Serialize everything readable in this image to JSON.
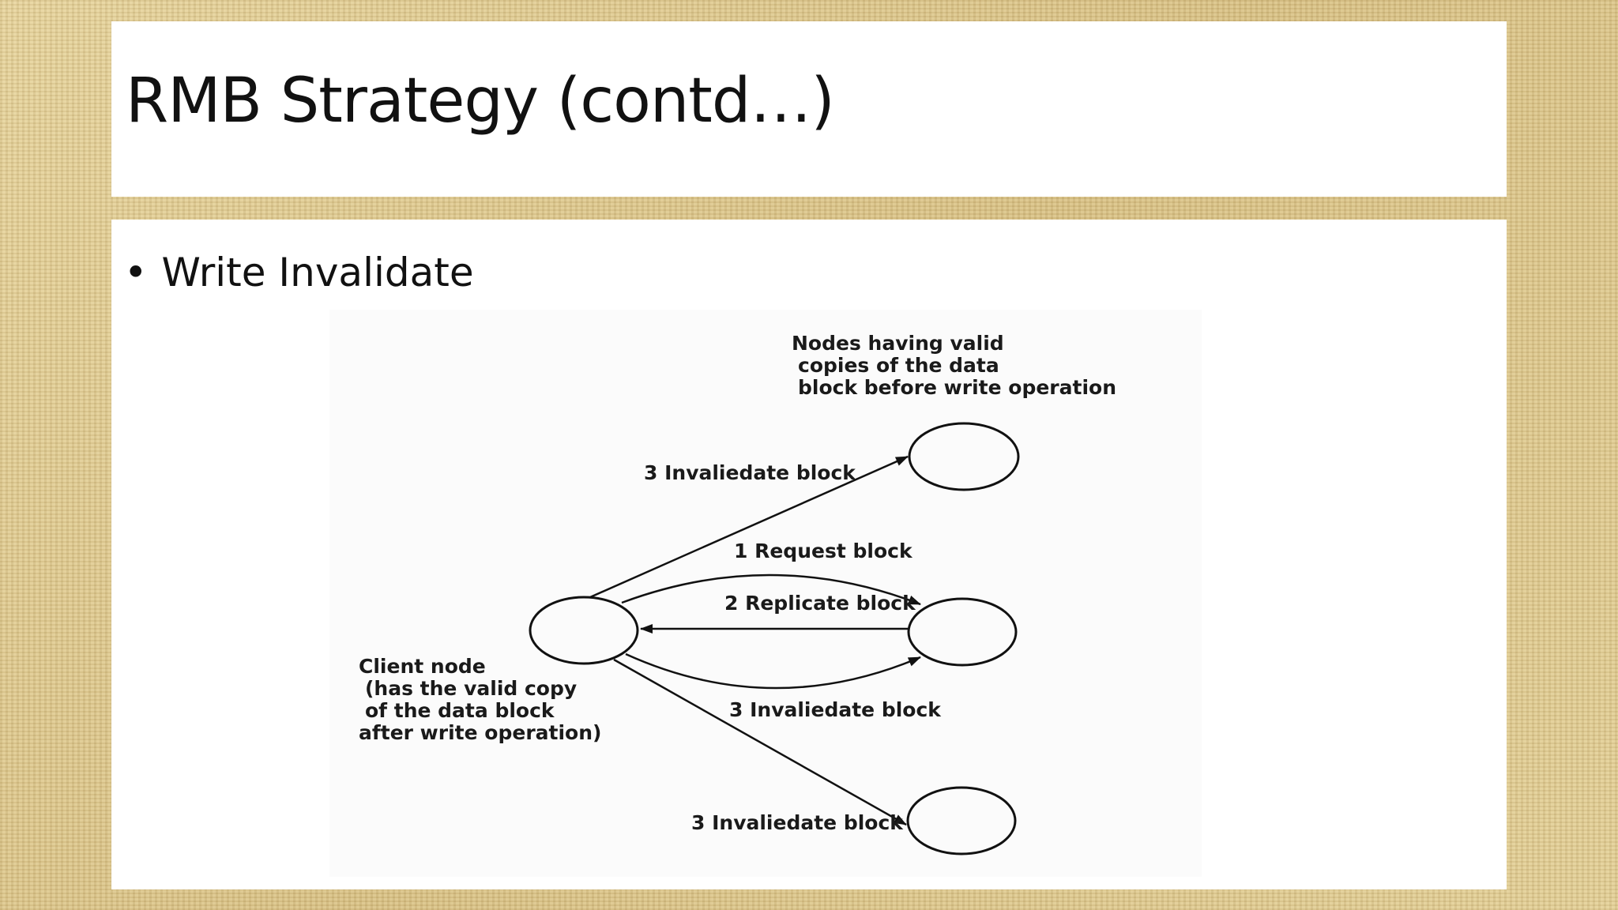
{
  "slide": {
    "title": "RMB Strategy (contd…)",
    "bullet": "Write Invalidate"
  },
  "diagram": {
    "top_label": {
      "line1": "Nodes having valid",
      "line2": "copies of the data",
      "line3": "block before write operation"
    },
    "client_label": {
      "line1": "Client node",
      "line2": "(has the valid copy",
      "line3": "of the data block",
      "line4": "after write operation)"
    },
    "edges": {
      "invalidate_top": "3 Invaliedate block",
      "request": "1 Request block",
      "replicate": "2 Replicate block",
      "invalidate_middle": "3 Invaliedate block",
      "invalidate_bottom": "3 Invaliedate block"
    }
  }
}
